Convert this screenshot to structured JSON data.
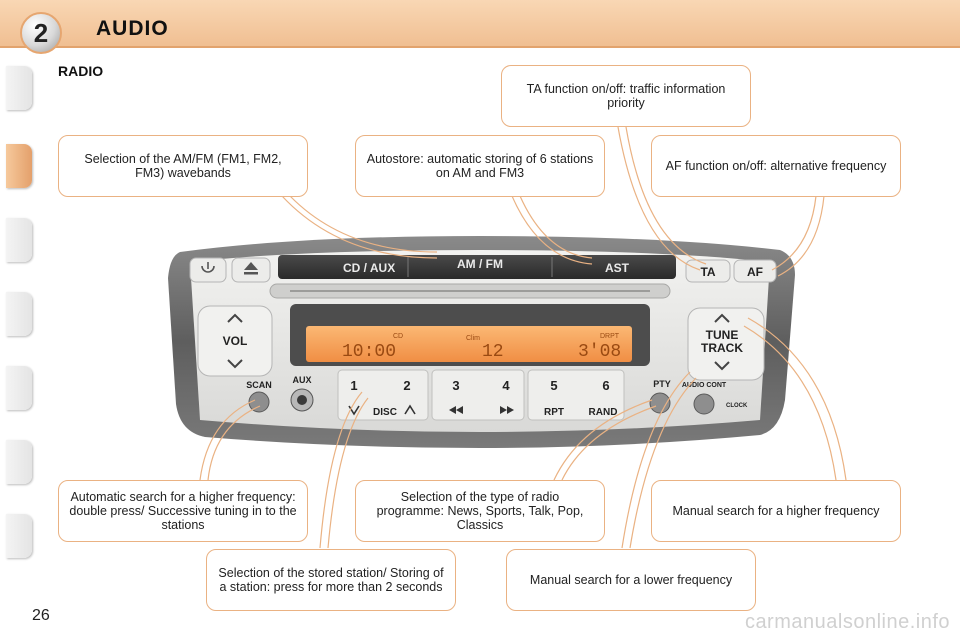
{
  "chapter": {
    "number": "2",
    "title": "AUDIO"
  },
  "section": {
    "title": "RADIO"
  },
  "page": {
    "number": "26"
  },
  "callouts": {
    "ta": "TA function on/off: traffic information priority",
    "wavebands": "Selection of the AM/FM (FM1, FM2, FM3) wavebands",
    "autostore": "Autostore: automatic storing of 6 stations on AM and FM3",
    "af": "AF function on/off: alternative frequency",
    "scan": "Automatic search for a higher frequency: double press/ Successive tuning in to the stations",
    "pty": "Selection of the type of radio programme: News, Sports, Talk, Pop, Classics",
    "manual_higher": "Manual search for a higher frequency",
    "stored_station": "Selection of the stored station/ Storing of a station: press for more than 2 seconds",
    "manual_lower": "Manual search for a lower frequency"
  },
  "radio": {
    "buttons": {
      "power_icon": "power-icon",
      "eject_icon": "eject-icon",
      "cd_aux": "CD / AUX",
      "am_fm": "AM  /  FM",
      "ast": "AST",
      "ta": "TA",
      "af": "AF",
      "vol": "VOL",
      "tune": "TUNE",
      "track": "TRACK",
      "scan": "SCAN",
      "aux": "AUX",
      "preset_1": "1",
      "preset_2": "2",
      "preset_3": "3",
      "preset_4": "4",
      "preset_5": "5",
      "preset_6": "6",
      "disc": "DISC",
      "rpt": "RPT",
      "rand": "RAND",
      "pty": "PTY",
      "audio_cont": "AUDIO CONT",
      "clock": "CLOCK"
    },
    "display": {
      "time": "10:00",
      "cd_indicator": "CD",
      "clim_indicator": "Clim",
      "track": "12",
      "drpt_indicator": "DRPT",
      "elapsed": "3'08"
    }
  },
  "colors": {
    "accent": "#e6a670",
    "display": "#f6a25a",
    "panel": "#e7e7e5",
    "bezel": "#6b6b6b"
  },
  "watermark": "carmanualsonline.info"
}
